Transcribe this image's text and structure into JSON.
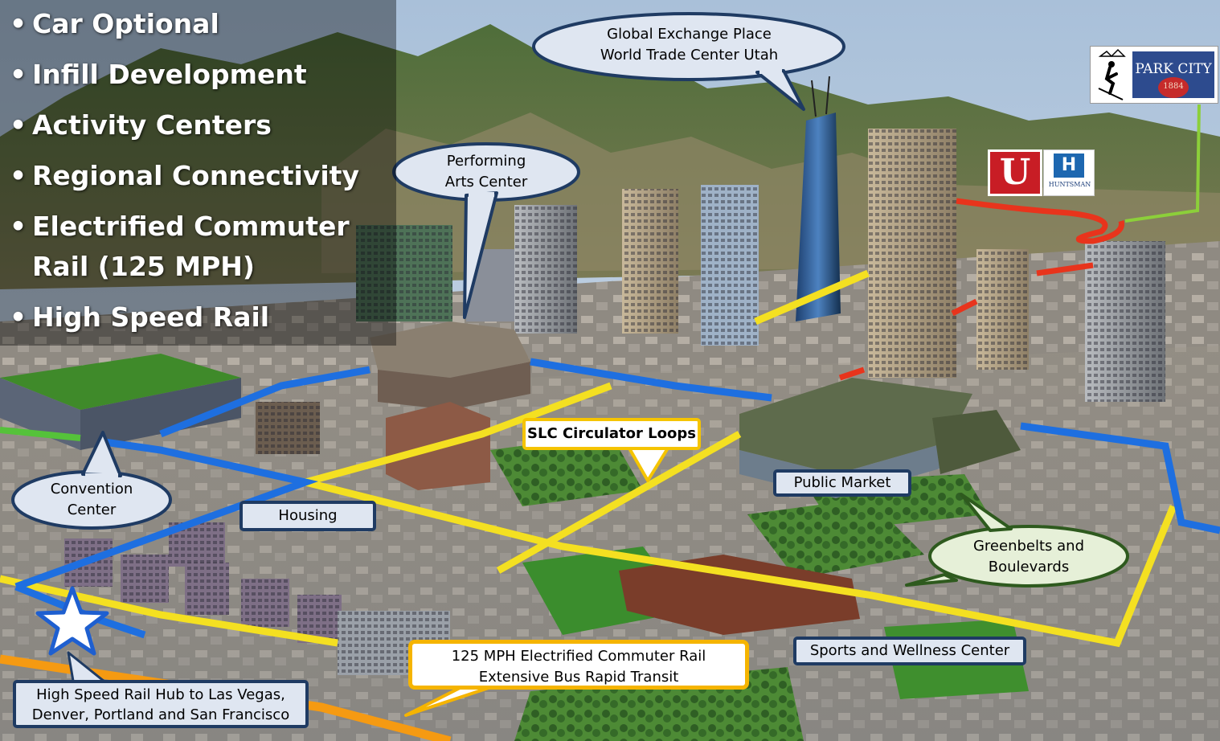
{
  "bullets": [
    {
      "text": "Car Optional"
    },
    {
      "text": "Infill Development"
    },
    {
      "text": "Activity Centers"
    },
    {
      "text": "Regional Connectivity"
    },
    {
      "text": "Electrified Commuter"
    },
    {
      "text": "Rail (125 MPH)"
    },
    {
      "text": "High Speed Rail"
    }
  ],
  "callouts": {
    "global_exchange": {
      "line1": "Global Exchange Place",
      "line2": "World Trade Center Utah"
    },
    "performing_arts": {
      "line1": "Performing",
      "line2": "Arts Center"
    },
    "convention": {
      "line1": "Convention",
      "line2": "Center"
    },
    "greenbelts": {
      "line1": "Greenbelts and",
      "line2": "Boulevards"
    }
  },
  "labels": {
    "circulator": "SLC Circulator Loops",
    "public_market": "Public Market",
    "housing": "Housing",
    "sports": "Sports and Wellness Center",
    "commuter_rail_line1": "125 MPH Electrified Commuter Rail",
    "commuter_rail_line2": "Extensive Bus Rapid Transit",
    "hsr_line1": "High Speed Rail Hub to Las Vegas,",
    "hsr_line2": "Denver, Portland and San Francisco"
  },
  "logos": {
    "park_city": {
      "name": "PARK CITY",
      "year": "1884"
    },
    "university_letter": "U",
    "huntsman_text": "HUNTSMAN",
    "huntsman_letter": "H"
  },
  "legend_colors": {
    "circulator_loops": "#f4e021",
    "commuter_rail": "#1e6fe0",
    "high_speed_rail": "#f59a12",
    "university_line": "#e8341c",
    "park_city_line": "#8ccf3a",
    "greenbelt": "#3e9a2e"
  },
  "icons": {
    "hsr_hub": "star-icon",
    "bullet": "bullet-dot-icon"
  }
}
